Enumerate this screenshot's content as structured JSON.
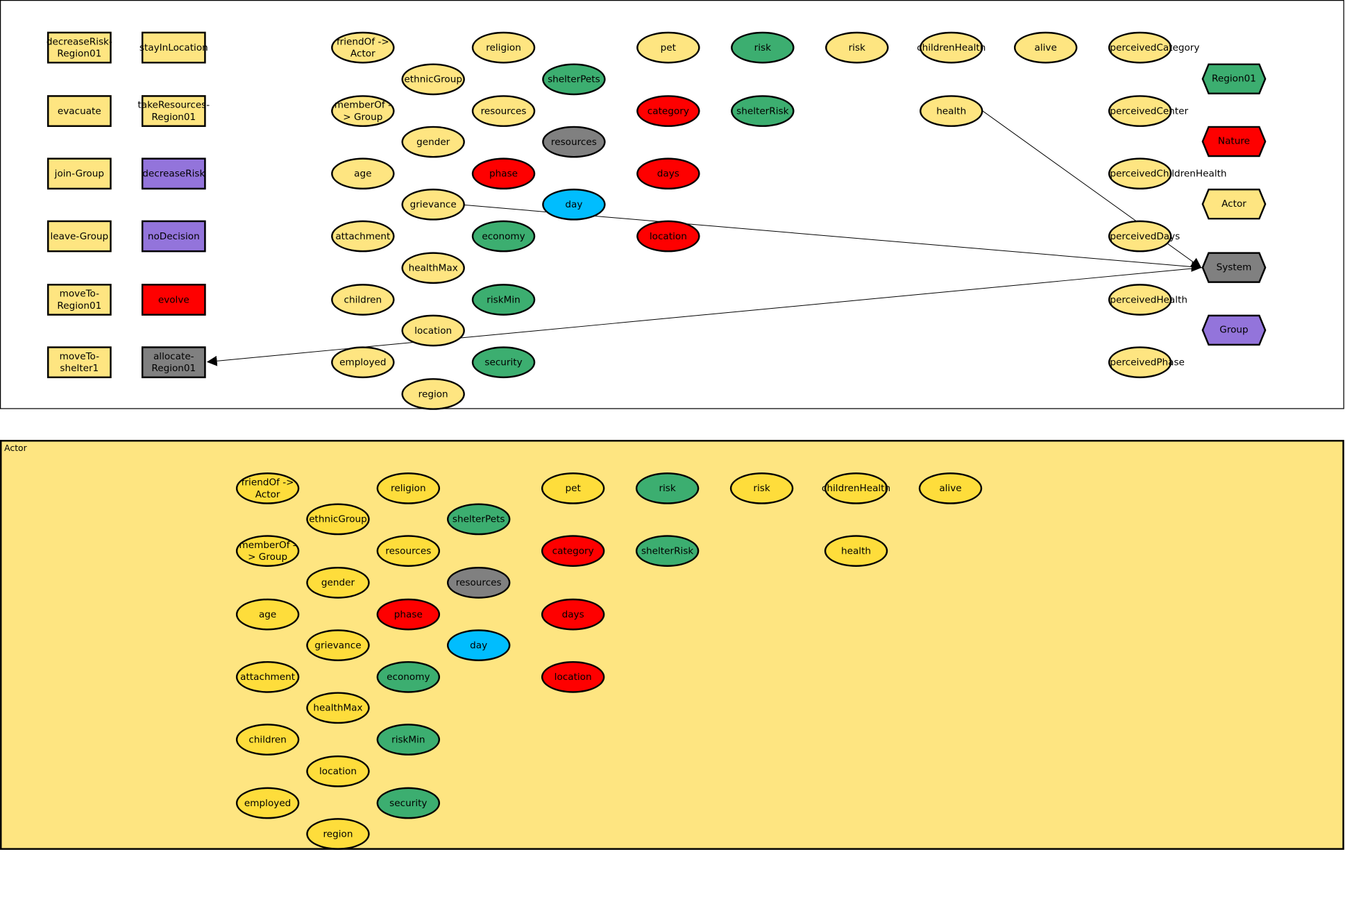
{
  "colors": {
    "yellow": "#fee581",
    "yellow_actor": "#fedd3b",
    "purple": "#9374db",
    "red": "#fe0000",
    "gray": "#808080",
    "green": "#3cae70",
    "blue": "#00bdfe"
  },
  "top": {
    "actions": [
      {
        "label": "decreaseRisk-Region01",
        "fill": "yellow"
      },
      {
        "label": "stayInLocation",
        "fill": "yellow"
      },
      {
        "label": "evacuate",
        "fill": "yellow"
      },
      {
        "label": "takeResources-Region01",
        "fill": "yellow"
      },
      {
        "label": "join-Group",
        "fill": "yellow"
      },
      {
        "label": "decreaseRisk",
        "fill": "purple"
      },
      {
        "label": "leave-Group",
        "fill": "yellow"
      },
      {
        "label": "noDecision",
        "fill": "purple"
      },
      {
        "label": "moveTo-Region01",
        "fill": "yellow"
      },
      {
        "label": "evolve",
        "fill": "red"
      },
      {
        "label": "moveTo-shelter1",
        "fill": "yellow"
      },
      {
        "label": "allocate-Region01",
        "fill": "gray"
      }
    ],
    "state": [
      {
        "label": "friendOf -> Actor",
        "fill": "yellow"
      },
      {
        "label": "memberOf -> Group",
        "fill": "yellow"
      },
      {
        "label": "age",
        "fill": "yellow"
      },
      {
        "label": "attachment",
        "fill": "yellow"
      },
      {
        "label": "children",
        "fill": "yellow"
      },
      {
        "label": "employed",
        "fill": "yellow"
      },
      {
        "label": "ethnicGroup",
        "fill": "yellow"
      },
      {
        "label": "gender",
        "fill": "yellow"
      },
      {
        "label": "grievance",
        "fill": "yellow"
      },
      {
        "label": "healthMax",
        "fill": "yellow"
      },
      {
        "label": "location",
        "fill": "yellow"
      },
      {
        "label": "region",
        "fill": "yellow"
      },
      {
        "label": "religion",
        "fill": "yellow"
      },
      {
        "label": "resources",
        "fill": "yellow"
      },
      {
        "label": "phase",
        "fill": "red"
      },
      {
        "label": "economy",
        "fill": "green"
      },
      {
        "label": "riskMin",
        "fill": "green"
      },
      {
        "label": "security",
        "fill": "green"
      },
      {
        "label": "shelterPets",
        "fill": "green"
      },
      {
        "label": "resources",
        "fill": "gray"
      },
      {
        "label": "day",
        "fill": "blue"
      },
      {
        "label": "pet",
        "fill": "yellow"
      },
      {
        "label": "category",
        "fill": "red"
      },
      {
        "label": "days",
        "fill": "red"
      },
      {
        "label": "location",
        "fill": "red"
      },
      {
        "label": "risk",
        "fill": "green"
      },
      {
        "label": "shelterRisk",
        "fill": "green"
      },
      {
        "label": "risk",
        "fill": "yellow"
      },
      {
        "label": "childrenHealth",
        "fill": "yellow"
      },
      {
        "label": "health",
        "fill": "yellow"
      },
      {
        "label": "alive",
        "fill": "yellow"
      }
    ],
    "perceived": [
      "perceivedCategory",
      "perceivedCenter",
      "perceivedChildrenHealth",
      "perceivedDays",
      "perceivedHealth",
      "perceivedPhase"
    ],
    "agents": [
      {
        "label": "Region01",
        "fill": "green"
      },
      {
        "label": "Nature",
        "fill": "red"
      },
      {
        "label": "Actor",
        "fill": "yellow"
      },
      {
        "label": "System",
        "fill": "gray"
      },
      {
        "label": "Group",
        "fill": "purple"
      }
    ],
    "edges": [
      {
        "from": "health",
        "to": "System"
      },
      {
        "from": "grievance",
        "to": "System"
      },
      {
        "from": "System",
        "to": "allocate-Region01"
      }
    ]
  },
  "actor_panel": {
    "title": "Actor",
    "state": [
      {
        "label": "friendOf -> Actor",
        "fill": "yellow_actor"
      },
      {
        "label": "memberOf -> Group",
        "fill": "yellow_actor"
      },
      {
        "label": "age",
        "fill": "yellow_actor"
      },
      {
        "label": "attachment",
        "fill": "yellow_actor"
      },
      {
        "label": "children",
        "fill": "yellow_actor"
      },
      {
        "label": "employed",
        "fill": "yellow_actor"
      },
      {
        "label": "ethnicGroup",
        "fill": "yellow_actor"
      },
      {
        "label": "gender",
        "fill": "yellow_actor"
      },
      {
        "label": "grievance",
        "fill": "yellow_actor"
      },
      {
        "label": "healthMax",
        "fill": "yellow_actor"
      },
      {
        "label": "location",
        "fill": "yellow_actor"
      },
      {
        "label": "region",
        "fill": "yellow_actor"
      },
      {
        "label": "religion",
        "fill": "yellow_actor"
      },
      {
        "label": "resources",
        "fill": "yellow_actor"
      },
      {
        "label": "phase",
        "fill": "red"
      },
      {
        "label": "economy",
        "fill": "green"
      },
      {
        "label": "riskMin",
        "fill": "green"
      },
      {
        "label": "security",
        "fill": "green"
      },
      {
        "label": "shelterPets",
        "fill": "green"
      },
      {
        "label": "resources",
        "fill": "gray"
      },
      {
        "label": "day",
        "fill": "blue"
      },
      {
        "label": "pet",
        "fill": "yellow_actor"
      },
      {
        "label": "category",
        "fill": "red"
      },
      {
        "label": "days",
        "fill": "red"
      },
      {
        "label": "location",
        "fill": "red"
      },
      {
        "label": "risk",
        "fill": "green"
      },
      {
        "label": "shelterRisk",
        "fill": "green"
      },
      {
        "label": "risk",
        "fill": "yellow_actor"
      },
      {
        "label": "childrenHealth",
        "fill": "yellow_actor"
      },
      {
        "label": "health",
        "fill": "yellow_actor"
      },
      {
        "label": "alive",
        "fill": "yellow_actor"
      }
    ]
  }
}
